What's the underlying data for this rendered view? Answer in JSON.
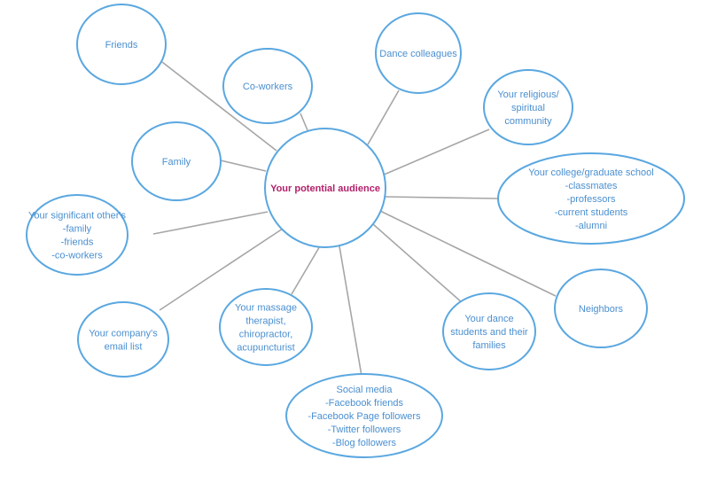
{
  "colors": {
    "connector": "#a6a6a6",
    "node_border": "#5aa7e0",
    "node_text": "#4a8fd0",
    "center_text": "#b3206a",
    "background": "#ffffff"
  },
  "center": {
    "lines": [
      "Your potential audience"
    ]
  },
  "nodes": [
    {
      "id": "friends",
      "lines": [
        "Friends"
      ]
    },
    {
      "id": "co-workers",
      "lines": [
        "Co-workers"
      ]
    },
    {
      "id": "dance-colleagues",
      "lines": [
        "Dance colleagues"
      ]
    },
    {
      "id": "religious-community",
      "lines": [
        "Your religious/",
        "spiritual",
        "community"
      ]
    },
    {
      "id": "family",
      "lines": [
        "Family"
      ]
    },
    {
      "id": "college",
      "lines": [
        "Your college/graduate school",
        "-classmates",
        "-professors",
        "-current students",
        "-alumni"
      ]
    },
    {
      "id": "significant-other",
      "lines": [
        "Your significant other's",
        "-family",
        "-friends",
        "-co-workers"
      ]
    },
    {
      "id": "neighbors",
      "lines": [
        "Neighbors"
      ]
    },
    {
      "id": "company-email",
      "lines": [
        "Your company's",
        "email list"
      ]
    },
    {
      "id": "massage-therapist",
      "lines": [
        "Your massage",
        "therapist,",
        "chiropractor,",
        "acupuncturist"
      ]
    },
    {
      "id": "dance-students",
      "lines": [
        "Your dance",
        "students and their",
        "families"
      ]
    },
    {
      "id": "social-media",
      "lines": [
        "Social media",
        "-Facebook friends",
        "-Facebook Page followers",
        "-Twitter followers",
        "-Blog followers"
      ]
    }
  ]
}
